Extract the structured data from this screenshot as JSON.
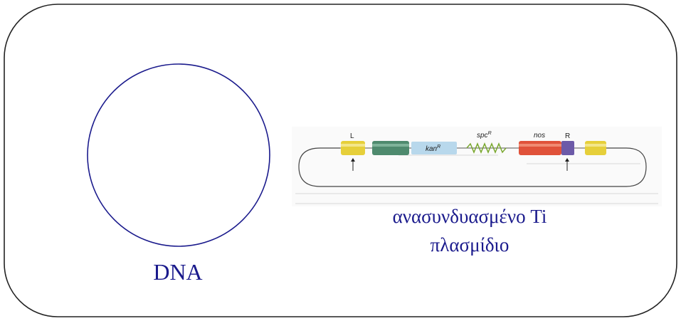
{
  "dna": {
    "label": "DNA",
    "color": "#1a1a8c"
  },
  "plasmid": {
    "caption_line1": "ανασυνδυασμένο Ti",
    "caption_line2": "πλασμίδιο",
    "genes": {
      "left_border": "L",
      "kan": "kan",
      "kan_sup": "R",
      "spc": "spc",
      "spc_sup": "R",
      "nos": "nos",
      "right_border": "R"
    },
    "colors": {
      "border_segment": "#e6cf3a",
      "green_segment": "#4e8a6e",
      "kan_segment": "#b8d8ec",
      "spc_zigzag": "#7aa82f",
      "nos_segment": "#e0523a",
      "right_border_segment": "#6c5aa8"
    }
  }
}
